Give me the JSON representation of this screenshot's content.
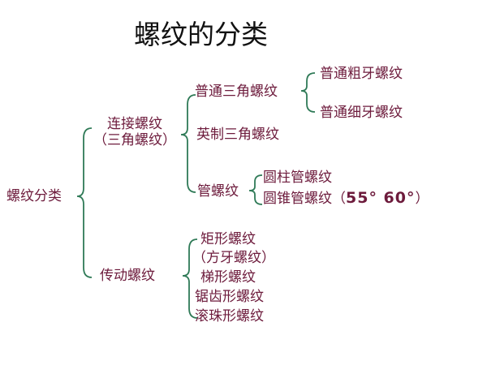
{
  "title": "螺纹的分类",
  "colors": {
    "text": "#6d1b3c",
    "bracket": "#2f7a57",
    "title": "#111111"
  },
  "nodes": {
    "root": "螺纹分类",
    "connection": {
      "label": "连接螺纹",
      "sub": "（三角螺纹）"
    },
    "ordinary_triangle": "普通三角螺纹",
    "coarse": "普通粗牙螺纹",
    "fine": "普通细牙螺纹",
    "british_triangle": "英制三角螺纹",
    "pipe": "管螺纹",
    "cylindrical_pipe": "圆柱管螺纹",
    "conical_pipe": "圆锥管螺纹",
    "angles": {
      "open": "（",
      "value": "55° 60°",
      "close": "）"
    },
    "transmission": "传动螺纹",
    "rectangular": "矩形螺纹",
    "square_tooth": "（方牙螺纹）",
    "trapezoidal": "梯形螺纹",
    "buttress": "锯齿形螺纹",
    "ball": "滚珠形螺纹"
  }
}
